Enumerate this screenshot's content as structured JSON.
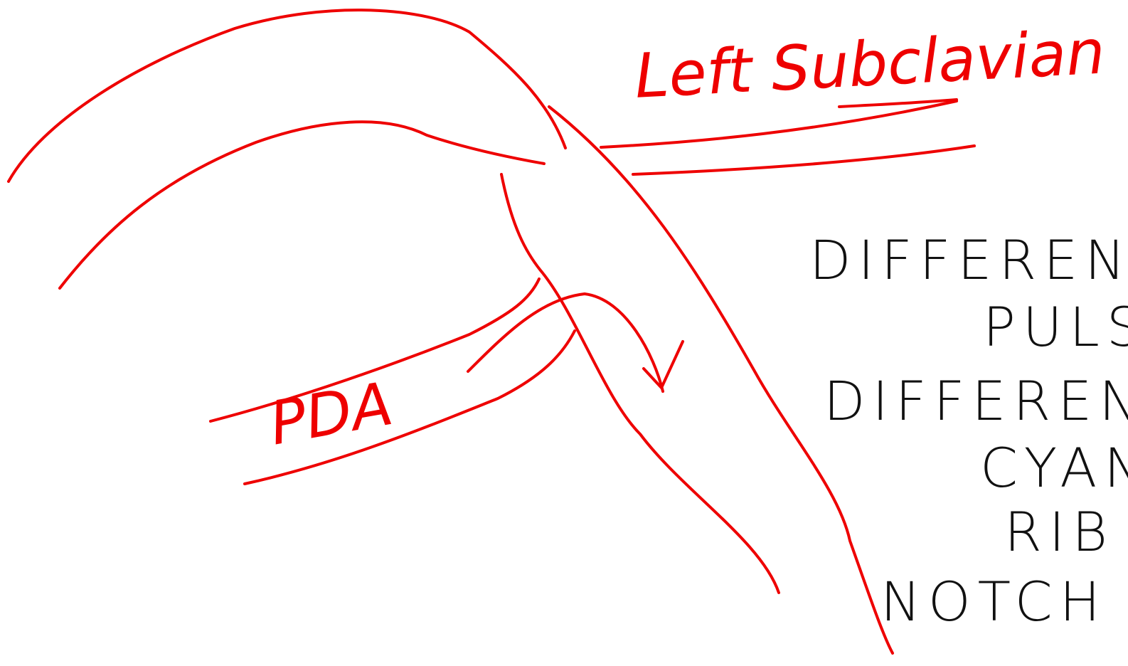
{
  "diagram": {
    "stroke_color": "#ee0000",
    "text_color": "#111111",
    "background": "#ffffff",
    "labels": {
      "left_subclavian": "Left Subclavian",
      "pda": "PDA"
    },
    "notes": [
      "DIFFERENT",
      "PULS",
      "DIFFEREN",
      "CYAN",
      "RIB",
      "NOTCH"
    ]
  }
}
